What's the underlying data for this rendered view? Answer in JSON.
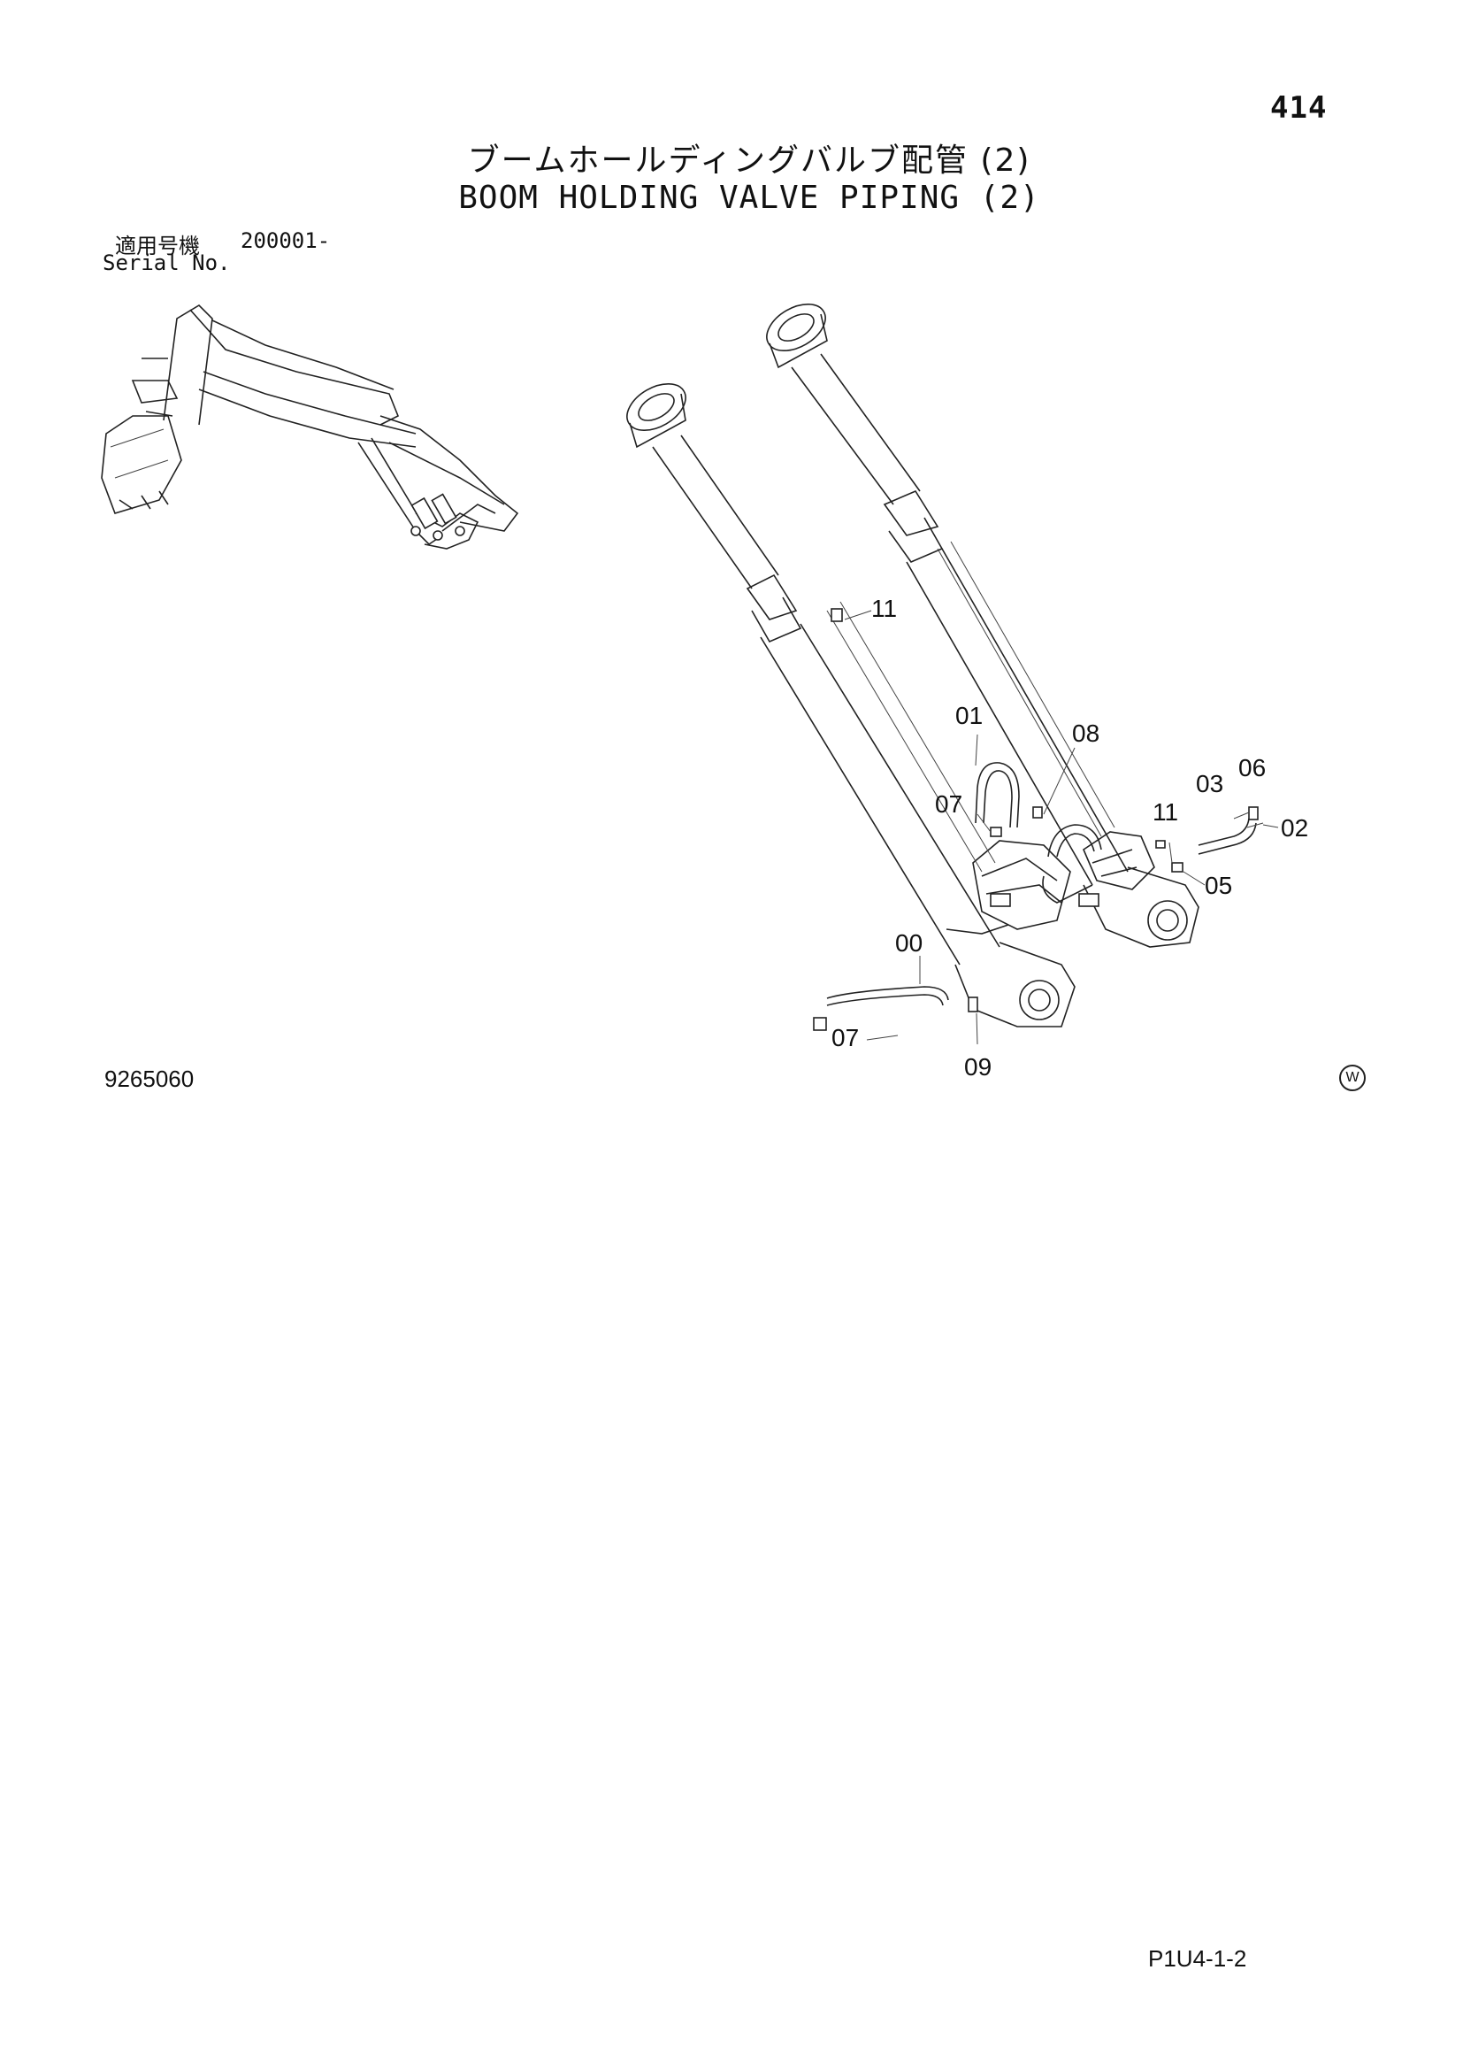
{
  "header": {
    "page_number": "414",
    "title_jp": "ブームホールディングバルブ配管 (2)",
    "title_en": "BOOM HOLDING VALVE PIPING (2)"
  },
  "serial": {
    "label_jp": "適用号機",
    "value": "200001-",
    "label_en": "Serial No."
  },
  "footer": {
    "drawing_number": "9265060",
    "mark": "W",
    "sheet_code": "P1U4-1-2"
  },
  "callouts": {
    "c11a": "11",
    "c01": "01",
    "c08": "08",
    "c07a": "07",
    "c03": "03",
    "c06": "06",
    "c11b": "11",
    "c02": "02",
    "c05": "05",
    "c00": "00",
    "c07b": "07",
    "c09": "09"
  }
}
